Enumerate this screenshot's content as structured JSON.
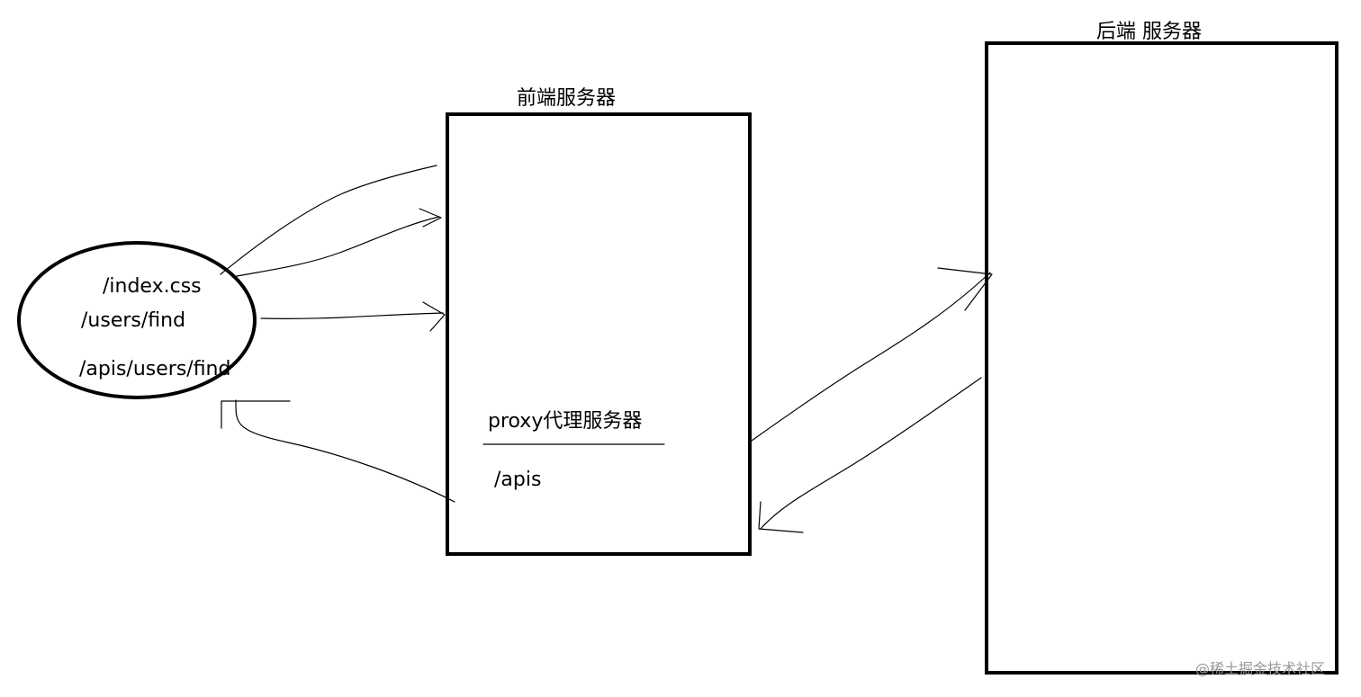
{
  "client": {
    "paths": [
      "/index.css",
      "/users/find",
      "/apis/users/find"
    ]
  },
  "frontend_server": {
    "title": "前端服务器",
    "proxy_label": "proxy代理服务器",
    "proxy_path": "/apis"
  },
  "backend_server": {
    "title": "后端 服务器"
  },
  "watermark": "@稀土掘金技术社区",
  "colors": {
    "ink": "#000000",
    "background": "#ffffff",
    "watermark": "#9a9a9a"
  }
}
